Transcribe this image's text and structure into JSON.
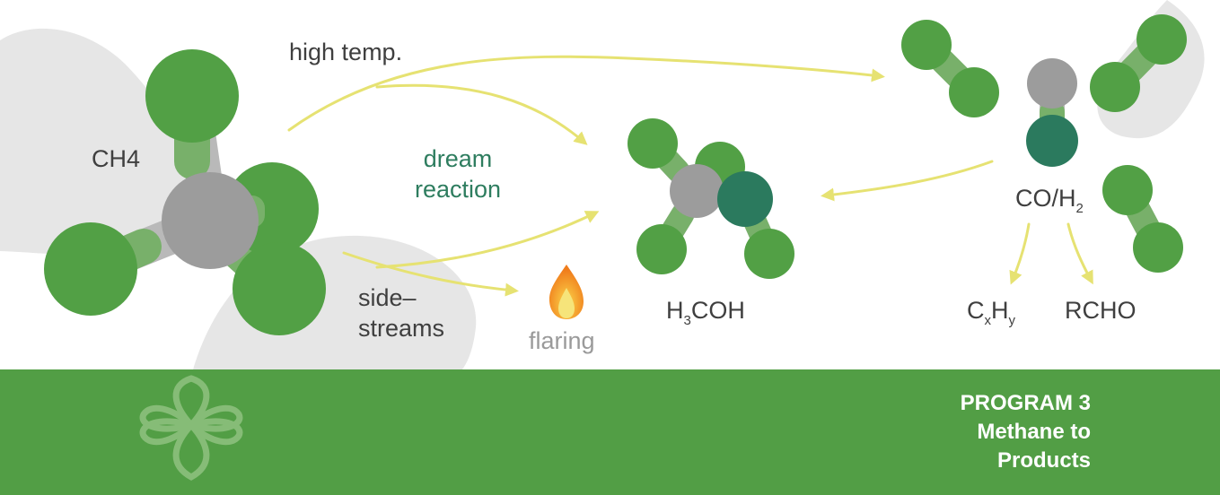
{
  "labels": {
    "ch4": "CH4",
    "high_temp": "high temp.",
    "dream_reaction": [
      "dream",
      "reaction"
    ],
    "side_streams": [
      "side–",
      "streams"
    ],
    "flaring": "flaring",
    "methanol": {
      "pre": "H",
      "sub": "3",
      "post": "COH"
    },
    "syngas": {
      "pre": "CO/H",
      "sub": "2"
    },
    "hydrocarbon": {
      "c": "C",
      "x": "x",
      "h": "H",
      "y": "y"
    },
    "aldehyde": "RCHO"
  },
  "banner": {
    "lines": [
      "PROGRAM 3",
      "Methane to",
      "Products"
    ]
  },
  "colors": {
    "atom_green": "#52a045",
    "atom_grey": "#9c9c9c",
    "atom_teal": "#2b7a5e",
    "bond_green": "#78b06a",
    "bond_grey": "#b9b9b9",
    "arrow_yellow": "#e6e272",
    "blob_grey": "#e6e6e6",
    "banner_green": "#529e45"
  }
}
